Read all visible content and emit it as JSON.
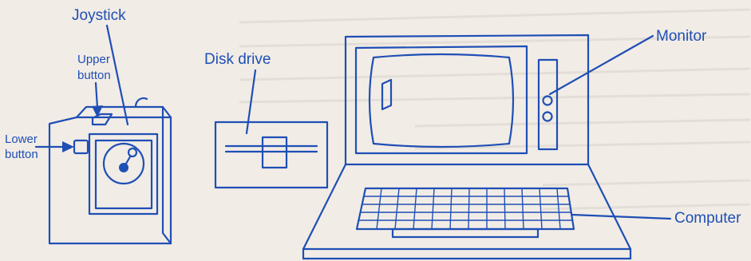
{
  "labels": {
    "joystick": "Joystick",
    "upper_button": [
      "Upper",
      "button"
    ],
    "lower_button": [
      "Lower",
      "button"
    ],
    "disk_drive": "Disk drive",
    "monitor": "Monitor",
    "computer": "Computer"
  },
  "colors": {
    "ink": "#1f4fb5",
    "paper": "#f1ece6"
  }
}
